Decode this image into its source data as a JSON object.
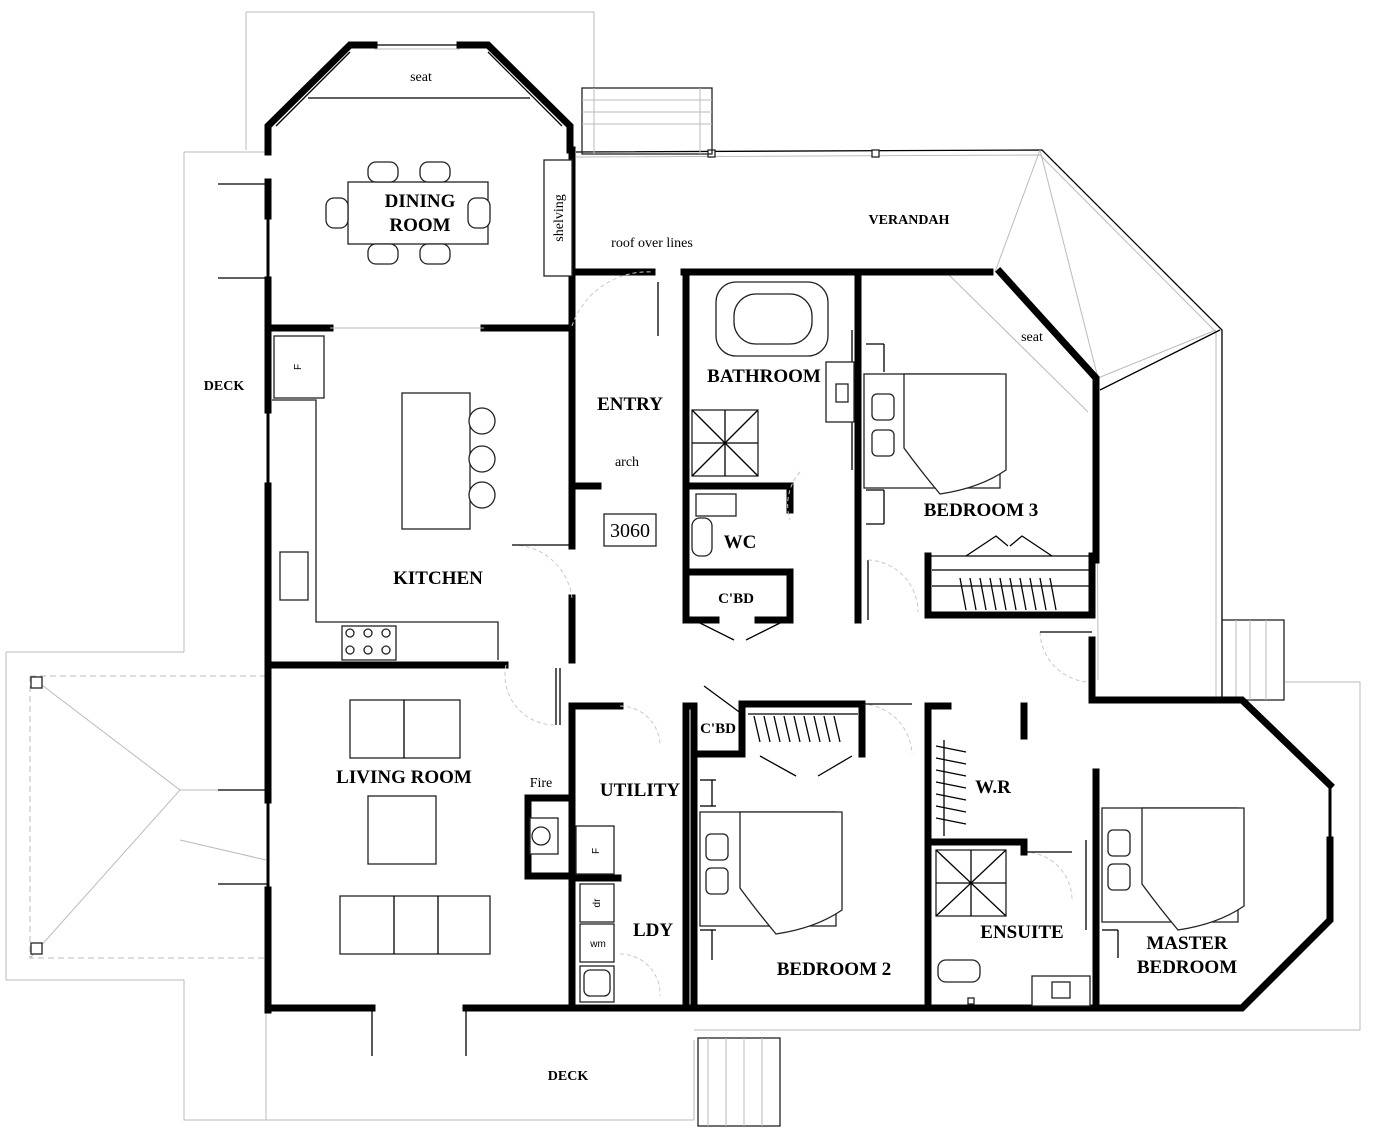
{
  "rooms": {
    "dining": [
      "DINING",
      "ROOM"
    ],
    "kitchen": "KITCHEN",
    "living": "LIVING ROOM",
    "entry": "ENTRY",
    "bathroom": "BATHROOM",
    "wc": "WC",
    "cbd": "C'BD",
    "bedroom3": "BEDROOM 3",
    "utility": "UTILITY",
    "ldy": "LDY",
    "bedroom2": "BEDROOM 2",
    "wr": "W.R",
    "ensuite": "ENSUITE",
    "master": [
      "MASTER",
      "BEDROOM"
    ]
  },
  "exterior": {
    "verandah": "VERANDAH",
    "deck_west": "DECK",
    "deck_south": "DECK"
  },
  "annotations": {
    "seat_dining": "seat",
    "seat_bedroom3": "seat",
    "shelving": "shelving",
    "roof_over": "roof over lines",
    "arch": "arch",
    "fire": "Fire",
    "dimension": "3060"
  },
  "fixtures": {
    "fridge": "F",
    "dryer": "dr",
    "washing_machine": "wm"
  }
}
